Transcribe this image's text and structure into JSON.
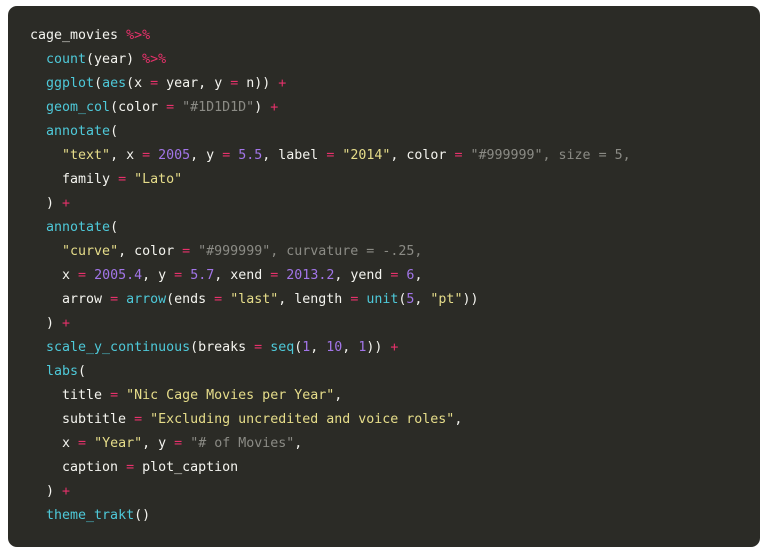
{
  "window": {
    "kind": "code-snippet-card",
    "language": "R",
    "background": "#ffffff",
    "card_background": "#2b2b26",
    "card_radius": "9px"
  },
  "theme": {
    "name": "dark-code-theme",
    "plain": "#f4f4ef",
    "function": "#4ec9d9",
    "operator": "#e8316b",
    "pipe": "#e8316b",
    "number": "#a275e8",
    "string": "#e6dd8a",
    "dim": "#8b8b85",
    "background": "#2b2b26"
  },
  "code": {
    "full_text": "cage_movies %>%\n  count(year) %>%\n  ggplot(aes(x = year, y = n)) +\n  geom_col(color = \"#1D1D1D\") +\n  annotate(\n    \"text\", x = 2005, y = 5.5, label = \"2014\", color = \"#999999\", size = 5,\n    family = \"Lato\"\n  ) +\n  annotate(\n    \"curve\", color = \"#999999\", curvature = -.25,\n    x = 2005.4, y = 5.7, xend = 2013.2, yend = 6,\n    arrow = arrow(ends = \"last\", length = unit(5, \"pt\"))\n  ) +\n  scale_y_continuous(breaks = seq(1, 10, 1)) +\n  labs(\n    title = \"Nic Cage Movies per Year\",\n    subtitle = \"Excluding uncredited and voice roles\",\n    x = \"Year\", y = \"# of Movies\",\n    caption = plot_caption\n  ) +\n  theme_trakt()",
    "lines": [
      {
        "index": 1,
        "tokens": [
          {
            "text": "cage_movies ",
            "kind": "plain"
          },
          {
            "text": "%>%",
            "kind": "pipe"
          }
        ]
      },
      {
        "index": 2,
        "tokens": [
          {
            "text": "  ",
            "kind": "plain"
          },
          {
            "text": "count",
            "kind": "func"
          },
          {
            "text": "(year) ",
            "kind": "plain"
          },
          {
            "text": "%>%",
            "kind": "pipe"
          }
        ]
      },
      {
        "index": 3,
        "tokens": [
          {
            "text": "  ",
            "kind": "plain"
          },
          {
            "text": "ggplot",
            "kind": "func"
          },
          {
            "text": "(",
            "kind": "punct"
          },
          {
            "text": "aes",
            "kind": "func"
          },
          {
            "text": "(x ",
            "kind": "plain"
          },
          {
            "text": "=",
            "kind": "op"
          },
          {
            "text": " year, y ",
            "kind": "plain"
          },
          {
            "text": "=",
            "kind": "op"
          },
          {
            "text": " n)) ",
            "kind": "plain"
          },
          {
            "text": "+",
            "kind": "op"
          }
        ]
      },
      {
        "index": 4,
        "tokens": [
          {
            "text": "  ",
            "kind": "plain"
          },
          {
            "text": "geom_col",
            "kind": "func"
          },
          {
            "text": "(color ",
            "kind": "plain"
          },
          {
            "text": "=",
            "kind": "op"
          },
          {
            "text": " ",
            "kind": "plain"
          },
          {
            "text": "\"#1D1D1D\"",
            "kind": "dim"
          },
          {
            "text": ") ",
            "kind": "plain"
          },
          {
            "text": "+",
            "kind": "op"
          }
        ]
      },
      {
        "index": 5,
        "tokens": [
          {
            "text": "  ",
            "kind": "plain"
          },
          {
            "text": "annotate",
            "kind": "func"
          },
          {
            "text": "(",
            "kind": "punct"
          }
        ]
      },
      {
        "index": 6,
        "tokens": [
          {
            "text": "    ",
            "kind": "plain"
          },
          {
            "text": "\"text\"",
            "kind": "str"
          },
          {
            "text": ", x ",
            "kind": "plain"
          },
          {
            "text": "=",
            "kind": "op"
          },
          {
            "text": " ",
            "kind": "plain"
          },
          {
            "text": "2005",
            "kind": "num"
          },
          {
            "text": ", y ",
            "kind": "plain"
          },
          {
            "text": "=",
            "kind": "op"
          },
          {
            "text": " ",
            "kind": "plain"
          },
          {
            "text": "5.5",
            "kind": "num"
          },
          {
            "text": ", label ",
            "kind": "plain"
          },
          {
            "text": "=",
            "kind": "op"
          },
          {
            "text": " ",
            "kind": "plain"
          },
          {
            "text": "\"2014\"",
            "kind": "str"
          },
          {
            "text": ", color ",
            "kind": "plain"
          },
          {
            "text": "=",
            "kind": "op"
          },
          {
            "text": " ",
            "kind": "plain"
          },
          {
            "text": "\"#999999\"",
            "kind": "dim"
          },
          {
            "text": ", size ",
            "kind": "dim"
          },
          {
            "text": "=",
            "kind": "dim"
          },
          {
            "text": " ",
            "kind": "dim"
          },
          {
            "text": "5",
            "kind": "dim"
          },
          {
            "text": ",",
            "kind": "dim"
          }
        ]
      },
      {
        "index": 7,
        "tokens": [
          {
            "text": "    family ",
            "kind": "plain"
          },
          {
            "text": "=",
            "kind": "op"
          },
          {
            "text": " ",
            "kind": "plain"
          },
          {
            "text": "\"Lato\"",
            "kind": "str"
          }
        ]
      },
      {
        "index": 8,
        "tokens": [
          {
            "text": "  ) ",
            "kind": "plain"
          },
          {
            "text": "+",
            "kind": "op"
          }
        ]
      },
      {
        "index": 9,
        "tokens": [
          {
            "text": "  ",
            "kind": "plain"
          },
          {
            "text": "annotate",
            "kind": "func"
          },
          {
            "text": "(",
            "kind": "punct"
          }
        ]
      },
      {
        "index": 10,
        "tokens": [
          {
            "text": "    ",
            "kind": "plain"
          },
          {
            "text": "\"curve\"",
            "kind": "str"
          },
          {
            "text": ", color ",
            "kind": "plain"
          },
          {
            "text": "=",
            "kind": "op"
          },
          {
            "text": " ",
            "kind": "plain"
          },
          {
            "text": "\"#999999\"",
            "kind": "dim"
          },
          {
            "text": ", curvature ",
            "kind": "dim"
          },
          {
            "text": "=",
            "kind": "dim"
          },
          {
            "text": " -.25,",
            "kind": "dim"
          }
        ]
      },
      {
        "index": 11,
        "tokens": [
          {
            "text": "    x ",
            "kind": "plain"
          },
          {
            "text": "=",
            "kind": "op"
          },
          {
            "text": " ",
            "kind": "plain"
          },
          {
            "text": "2005.4",
            "kind": "num"
          },
          {
            "text": ", y ",
            "kind": "plain"
          },
          {
            "text": "=",
            "kind": "op"
          },
          {
            "text": " ",
            "kind": "plain"
          },
          {
            "text": "5.7",
            "kind": "num"
          },
          {
            "text": ", xend ",
            "kind": "plain"
          },
          {
            "text": "=",
            "kind": "op"
          },
          {
            "text": " ",
            "kind": "plain"
          },
          {
            "text": "2013.2",
            "kind": "num"
          },
          {
            "text": ", yend ",
            "kind": "plain"
          },
          {
            "text": "=",
            "kind": "op"
          },
          {
            "text": " ",
            "kind": "plain"
          },
          {
            "text": "6",
            "kind": "num"
          },
          {
            "text": ",",
            "kind": "plain"
          }
        ]
      },
      {
        "index": 12,
        "tokens": [
          {
            "text": "    arrow ",
            "kind": "plain"
          },
          {
            "text": "=",
            "kind": "op"
          },
          {
            "text": " ",
            "kind": "plain"
          },
          {
            "text": "arrow",
            "kind": "func"
          },
          {
            "text": "(ends ",
            "kind": "plain"
          },
          {
            "text": "=",
            "kind": "op"
          },
          {
            "text": " ",
            "kind": "plain"
          },
          {
            "text": "\"last\"",
            "kind": "str"
          },
          {
            "text": ", length ",
            "kind": "plain"
          },
          {
            "text": "=",
            "kind": "op"
          },
          {
            "text": " ",
            "kind": "plain"
          },
          {
            "text": "unit",
            "kind": "func"
          },
          {
            "text": "(",
            "kind": "punct"
          },
          {
            "text": "5",
            "kind": "num"
          },
          {
            "text": ", ",
            "kind": "plain"
          },
          {
            "text": "\"pt\"",
            "kind": "str"
          },
          {
            "text": "))",
            "kind": "plain"
          }
        ]
      },
      {
        "index": 13,
        "tokens": [
          {
            "text": "  ) ",
            "kind": "plain"
          },
          {
            "text": "+",
            "kind": "op"
          }
        ]
      },
      {
        "index": 14,
        "tokens": [
          {
            "text": "  ",
            "kind": "plain"
          },
          {
            "text": "scale_y_continuous",
            "kind": "func"
          },
          {
            "text": "(breaks ",
            "kind": "plain"
          },
          {
            "text": "=",
            "kind": "op"
          },
          {
            "text": " ",
            "kind": "plain"
          },
          {
            "text": "seq",
            "kind": "func"
          },
          {
            "text": "(",
            "kind": "punct"
          },
          {
            "text": "1",
            "kind": "num"
          },
          {
            "text": ", ",
            "kind": "plain"
          },
          {
            "text": "10",
            "kind": "num"
          },
          {
            "text": ", ",
            "kind": "plain"
          },
          {
            "text": "1",
            "kind": "num"
          },
          {
            "text": ")) ",
            "kind": "plain"
          },
          {
            "text": "+",
            "kind": "op"
          }
        ]
      },
      {
        "index": 15,
        "tokens": [
          {
            "text": "  ",
            "kind": "plain"
          },
          {
            "text": "labs",
            "kind": "func"
          },
          {
            "text": "(",
            "kind": "punct"
          }
        ]
      },
      {
        "index": 16,
        "tokens": [
          {
            "text": "    title ",
            "kind": "plain"
          },
          {
            "text": "=",
            "kind": "op"
          },
          {
            "text": " ",
            "kind": "plain"
          },
          {
            "text": "\"Nic Cage Movies per Year\"",
            "kind": "str"
          },
          {
            "text": ",",
            "kind": "plain"
          }
        ]
      },
      {
        "index": 17,
        "tokens": [
          {
            "text": "    subtitle ",
            "kind": "plain"
          },
          {
            "text": "=",
            "kind": "op"
          },
          {
            "text": " ",
            "kind": "plain"
          },
          {
            "text": "\"Excluding uncredited and voice roles\"",
            "kind": "str"
          },
          {
            "text": ",",
            "kind": "plain"
          }
        ]
      },
      {
        "index": 18,
        "tokens": [
          {
            "text": "    x ",
            "kind": "plain"
          },
          {
            "text": "=",
            "kind": "op"
          },
          {
            "text": " ",
            "kind": "plain"
          },
          {
            "text": "\"Year\"",
            "kind": "str"
          },
          {
            "text": ", y ",
            "kind": "plain"
          },
          {
            "text": "=",
            "kind": "op"
          },
          {
            "text": " ",
            "kind": "plain"
          },
          {
            "text": "\"# of Movies\"",
            "kind": "dim"
          },
          {
            "text": ",",
            "kind": "plain"
          }
        ]
      },
      {
        "index": 19,
        "tokens": [
          {
            "text": "    caption ",
            "kind": "plain"
          },
          {
            "text": "=",
            "kind": "op"
          },
          {
            "text": " plot_caption",
            "kind": "plain"
          }
        ]
      },
      {
        "index": 20,
        "tokens": [
          {
            "text": "  ) ",
            "kind": "plain"
          },
          {
            "text": "+",
            "kind": "op"
          }
        ]
      },
      {
        "index": 21,
        "tokens": [
          {
            "text": "  ",
            "kind": "plain"
          },
          {
            "text": "theme_trakt",
            "kind": "func"
          },
          {
            "text": "()",
            "kind": "plain"
          }
        ]
      }
    ]
  }
}
